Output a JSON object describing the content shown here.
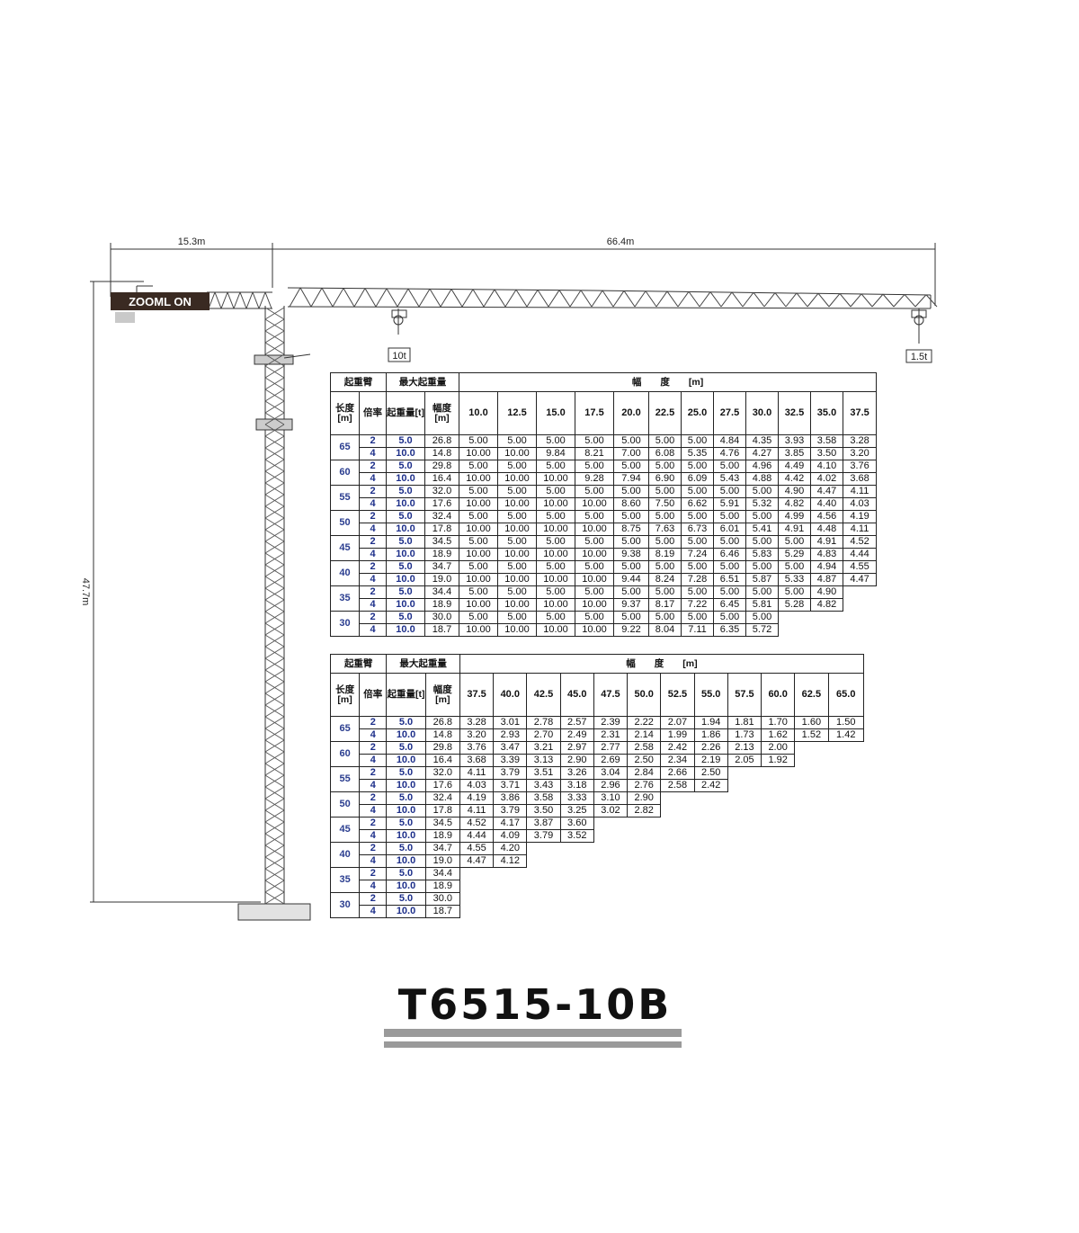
{
  "drawing": {
    "dim_counter_jib": "15.3m",
    "dim_jib": "66.4m",
    "dim_height": "47.7m",
    "brand": "ZOOML ON",
    "load_near": "10t",
    "load_tip": "1.5t"
  },
  "model": "T6515-10B",
  "colors": {
    "brand_bg": "#3a2a22",
    "accent_blue": "#1d2f8a",
    "bar_gray": "#9a9a9a"
  },
  "headers": {
    "jib": "起重臂",
    "max_load": "最大起重量",
    "radius": "幅　　度　　[m]",
    "length": "长度[m]",
    "rate": "倍率",
    "load": "起重量[t]",
    "range": "幅度[m]"
  },
  "table1": {
    "radii": [
      "10.0",
      "12.5",
      "15.0",
      "17.5",
      "20.0",
      "22.5",
      "25.0",
      "27.5",
      "30.0",
      "32.5",
      "35.0",
      "37.5"
    ],
    "groups": [
      {
        "length": "65",
        "rows": [
          {
            "rate": "2",
            "load": "5.0",
            "range": "26.8",
            "values": [
              "5.00",
              "5.00",
              "5.00",
              "5.00",
              "5.00",
              "5.00",
              "5.00",
              "4.84",
              "4.35",
              "3.93",
              "3.58",
              "3.28"
            ]
          },
          {
            "rate": "4",
            "load": "10.0",
            "range": "14.8",
            "values": [
              "10.00",
              "10.00",
              "9.84",
              "8.21",
              "7.00",
              "6.08",
              "5.35",
              "4.76",
              "4.27",
              "3.85",
              "3.50",
              "3.20"
            ]
          }
        ]
      },
      {
        "length": "60",
        "rows": [
          {
            "rate": "2",
            "load": "5.0",
            "range": "29.8",
            "values": [
              "5.00",
              "5.00",
              "5.00",
              "5.00",
              "5.00",
              "5.00",
              "5.00",
              "5.00",
              "4.96",
              "4.49",
              "4.10",
              "3.76"
            ]
          },
          {
            "rate": "4",
            "load": "10.0",
            "range": "16.4",
            "values": [
              "10.00",
              "10.00",
              "10.00",
              "9.28",
              "7.94",
              "6.90",
              "6.09",
              "5.43",
              "4.88",
              "4.42",
              "4.02",
              "3.68"
            ]
          }
        ]
      },
      {
        "length": "55",
        "rows": [
          {
            "rate": "2",
            "load": "5.0",
            "range": "32.0",
            "values": [
              "5.00",
              "5.00",
              "5.00",
              "5.00",
              "5.00",
              "5.00",
              "5.00",
              "5.00",
              "5.00",
              "4.90",
              "4.47",
              "4.11"
            ]
          },
          {
            "rate": "4",
            "load": "10.0",
            "range": "17.6",
            "values": [
              "10.00",
              "10.00",
              "10.00",
              "10.00",
              "8.60",
              "7.50",
              "6.62",
              "5.91",
              "5.32",
              "4.82",
              "4.40",
              "4.03"
            ]
          }
        ]
      },
      {
        "length": "50",
        "rows": [
          {
            "rate": "2",
            "load": "5.0",
            "range": "32.4",
            "values": [
              "5.00",
              "5.00",
              "5.00",
              "5.00",
              "5.00",
              "5.00",
              "5.00",
              "5.00",
              "5.00",
              "4.99",
              "4.56",
              "4.19"
            ]
          },
          {
            "rate": "4",
            "load": "10.0",
            "range": "17.8",
            "values": [
              "10.00",
              "10.00",
              "10.00",
              "10.00",
              "8.75",
              "7.63",
              "6.73",
              "6.01",
              "5.41",
              "4.91",
              "4.48",
              "4.11"
            ]
          }
        ]
      },
      {
        "length": "45",
        "rows": [
          {
            "rate": "2",
            "load": "5.0",
            "range": "34.5",
            "values": [
              "5.00",
              "5.00",
              "5.00",
              "5.00",
              "5.00",
              "5.00",
              "5.00",
              "5.00",
              "5.00",
              "5.00",
              "4.91",
              "4.52"
            ]
          },
          {
            "rate": "4",
            "load": "10.0",
            "range": "18.9",
            "values": [
              "10.00",
              "10.00",
              "10.00",
              "10.00",
              "9.38",
              "8.19",
              "7.24",
              "6.46",
              "5.83",
              "5.29",
              "4.83",
              "4.44"
            ]
          }
        ]
      },
      {
        "length": "40",
        "rows": [
          {
            "rate": "2",
            "load": "5.0",
            "range": "34.7",
            "values": [
              "5.00",
              "5.00",
              "5.00",
              "5.00",
              "5.00",
              "5.00",
              "5.00",
              "5.00",
              "5.00",
              "5.00",
              "4.94",
              "4.55"
            ]
          },
          {
            "rate": "4",
            "load": "10.0",
            "range": "19.0",
            "values": [
              "10.00",
              "10.00",
              "10.00",
              "10.00",
              "9.44",
              "8.24",
              "7.28",
              "6.51",
              "5.87",
              "5.33",
              "4.87",
              "4.47"
            ]
          }
        ]
      },
      {
        "length": "35",
        "rows": [
          {
            "rate": "2",
            "load": "5.0",
            "range": "34.4",
            "values": [
              "5.00",
              "5.00",
              "5.00",
              "5.00",
              "5.00",
              "5.00",
              "5.00",
              "5.00",
              "5.00",
              "5.00",
              "4.90"
            ]
          },
          {
            "rate": "4",
            "load": "10.0",
            "range": "18.9",
            "values": [
              "10.00",
              "10.00",
              "10.00",
              "10.00",
              "9.37",
              "8.17",
              "7.22",
              "6.45",
              "5.81",
              "5.28",
              "4.82"
            ]
          }
        ]
      },
      {
        "length": "30",
        "rows": [
          {
            "rate": "2",
            "load": "5.0",
            "range": "30.0",
            "values": [
              "5.00",
              "5.00",
              "5.00",
              "5.00",
              "5.00",
              "5.00",
              "5.00",
              "5.00",
              "5.00"
            ]
          },
          {
            "rate": "4",
            "load": "10.0",
            "range": "18.7",
            "values": [
              "10.00",
              "10.00",
              "10.00",
              "10.00",
              "9.22",
              "8.04",
              "7.11",
              "6.35",
              "5.72"
            ]
          }
        ]
      }
    ]
  },
  "table2": {
    "radii": [
      "37.5",
      "40.0",
      "42.5",
      "45.0",
      "47.5",
      "50.0",
      "52.5",
      "55.0",
      "57.5",
      "60.0",
      "62.5",
      "65.0"
    ],
    "groups": [
      {
        "length": "65",
        "rows": [
          {
            "rate": "2",
            "load": "5.0",
            "range": "26.8",
            "values": [
              "3.28",
              "3.01",
              "2.78",
              "2.57",
              "2.39",
              "2.22",
              "2.07",
              "1.94",
              "1.81",
              "1.70",
              "1.60",
              "1.50"
            ]
          },
          {
            "rate": "4",
            "load": "10.0",
            "range": "14.8",
            "values": [
              "3.20",
              "2.93",
              "2.70",
              "2.49",
              "2.31",
              "2.14",
              "1.99",
              "1.86",
              "1.73",
              "1.62",
              "1.52",
              "1.42"
            ]
          }
        ]
      },
      {
        "length": "60",
        "rows": [
          {
            "rate": "2",
            "load": "5.0",
            "range": "29.8",
            "values": [
              "3.76",
              "3.47",
              "3.21",
              "2.97",
              "2.77",
              "2.58",
              "2.42",
              "2.26",
              "2.13",
              "2.00"
            ]
          },
          {
            "rate": "4",
            "load": "10.0",
            "range": "16.4",
            "values": [
              "3.68",
              "3.39",
              "3.13",
              "2.90",
              "2.69",
              "2.50",
              "2.34",
              "2.19",
              "2.05",
              "1.92"
            ]
          }
        ]
      },
      {
        "length": "55",
        "rows": [
          {
            "rate": "2",
            "load": "5.0",
            "range": "32.0",
            "values": [
              "4.11",
              "3.79",
              "3.51",
              "3.26",
              "3.04",
              "2.84",
              "2.66",
              "2.50"
            ]
          },
          {
            "rate": "4",
            "load": "10.0",
            "range": "17.6",
            "values": [
              "4.03",
              "3.71",
              "3.43",
              "3.18",
              "2.96",
              "2.76",
              "2.58",
              "2.42"
            ]
          }
        ]
      },
      {
        "length": "50",
        "rows": [
          {
            "rate": "2",
            "load": "5.0",
            "range": "32.4",
            "values": [
              "4.19",
              "3.86",
              "3.58",
              "3.33",
              "3.10",
              "2.90"
            ]
          },
          {
            "rate": "4",
            "load": "10.0",
            "range": "17.8",
            "values": [
              "4.11",
              "3.79",
              "3.50",
              "3.25",
              "3.02",
              "2.82"
            ]
          }
        ]
      },
      {
        "length": "45",
        "rows": [
          {
            "rate": "2",
            "load": "5.0",
            "range": "34.5",
            "values": [
              "4.52",
              "4.17",
              "3.87",
              "3.60"
            ]
          },
          {
            "rate": "4",
            "load": "10.0",
            "range": "18.9",
            "values": [
              "4.44",
              "4.09",
              "3.79",
              "3.52"
            ]
          }
        ]
      },
      {
        "length": "40",
        "rows": [
          {
            "rate": "2",
            "load": "5.0",
            "range": "34.7",
            "values": [
              "4.55",
              "4.20"
            ]
          },
          {
            "rate": "4",
            "load": "10.0",
            "range": "19.0",
            "values": [
              "4.47",
              "4.12"
            ]
          }
        ]
      },
      {
        "length": "35",
        "rows": [
          {
            "rate": "2",
            "load": "5.0",
            "range": "34.4",
            "values": []
          },
          {
            "rate": "4",
            "load": "10.0",
            "range": "18.9",
            "values": []
          }
        ]
      },
      {
        "length": "30",
        "rows": [
          {
            "rate": "2",
            "load": "5.0",
            "range": "30.0",
            "values": []
          },
          {
            "rate": "4",
            "load": "10.0",
            "range": "18.7",
            "values": []
          }
        ]
      }
    ]
  }
}
